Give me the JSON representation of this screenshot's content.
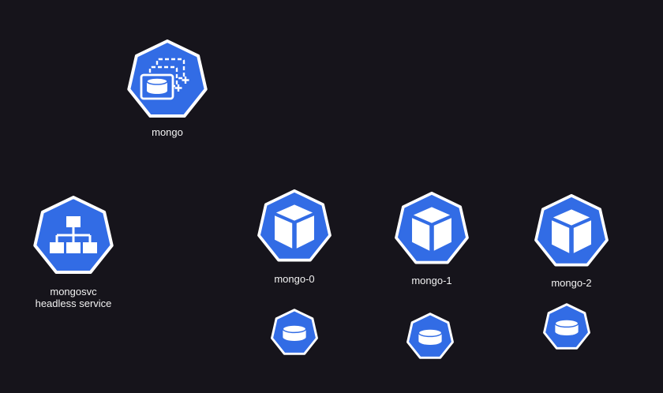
{
  "colors": {
    "background": "#16141b",
    "node_fill": "#326ce5",
    "node_stroke": "#ffffff",
    "icon": "#ffffff",
    "text": "#f2f2f2"
  },
  "nodes": {
    "statefulset": {
      "label": "mongo",
      "icon": "statefulset-icon"
    },
    "service": {
      "label_line1": "mongosvc",
      "label_line2": "headless service",
      "icon": "service-icon"
    },
    "pods": [
      {
        "label": "mongo-0",
        "icon": "pod-icon"
      },
      {
        "label": "mongo-1",
        "icon": "pod-icon"
      },
      {
        "label": "mongo-2",
        "icon": "pod-icon"
      }
    ],
    "volumes": [
      {
        "icon": "volume-icon"
      },
      {
        "icon": "volume-icon"
      },
      {
        "icon": "volume-icon"
      }
    ]
  }
}
